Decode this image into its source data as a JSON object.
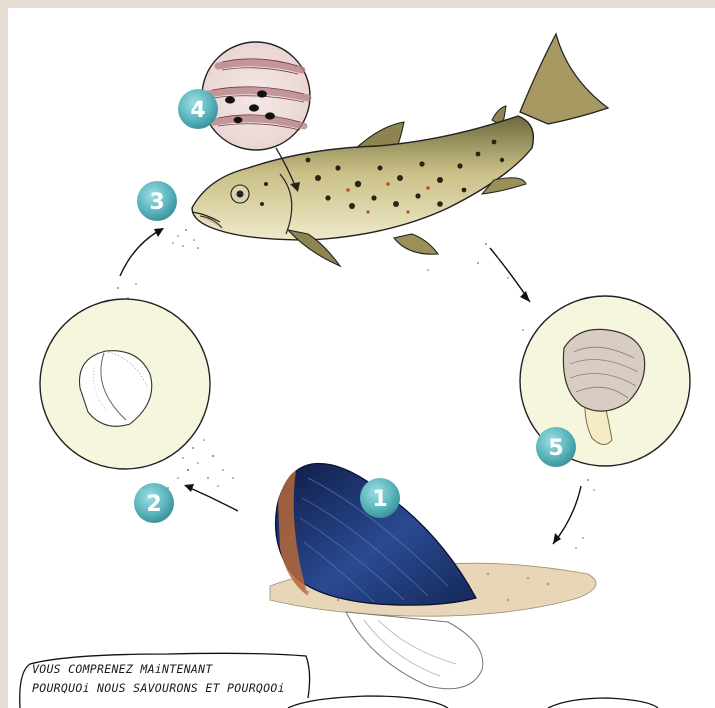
{
  "steps": {
    "s1": "1",
    "s2": "2",
    "s3": "3",
    "s4": "4",
    "s5": "5"
  },
  "caption": {
    "line1": "VOUS COMPRENEZ MAiNTENANT",
    "line2": "POURQUOi NOUS SAVOURONS ET POURQOOi"
  },
  "colors": {
    "badge": "#5fb8c0",
    "circle_fill": "#f6f5de",
    "mussel": "#1f3a78",
    "fish_body": "#c9bf86",
    "sand": "#e7d6b8"
  }
}
